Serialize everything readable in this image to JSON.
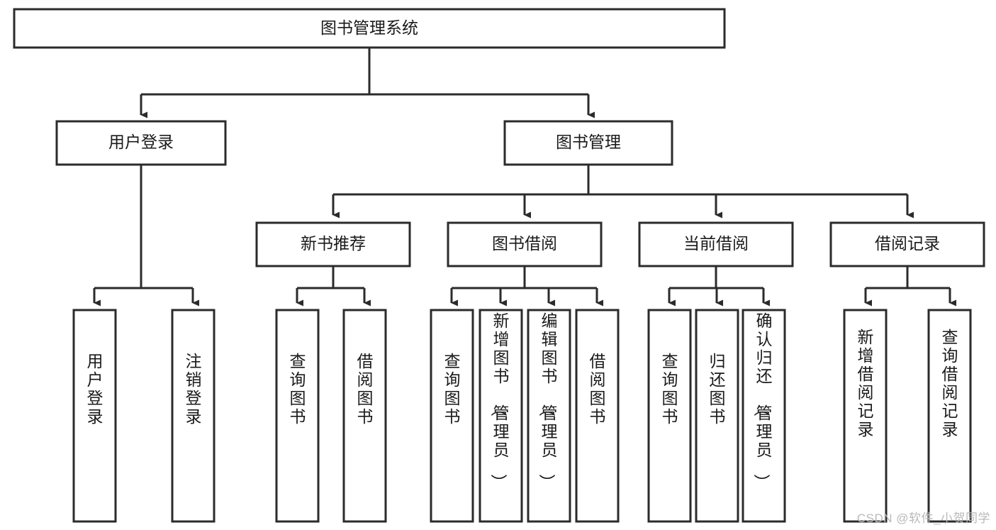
{
  "diagram": {
    "title": "图书管理系统",
    "type": "hierarchy-tree",
    "watermark": "CSDN @软件_小贺同学",
    "colors": {
      "stroke": "#2b2b2b",
      "fill": "#ffffff",
      "text": "#1a1a1a",
      "watermark": "#b9b9b9"
    },
    "levels": {
      "level0": [
        {
          "id": "root",
          "label": "图书管理系统",
          "orientation": "horizontal"
        }
      ],
      "level1": [
        {
          "id": "user-login",
          "label": "用户登录",
          "orientation": "horizontal"
        },
        {
          "id": "book-manage",
          "label": "图书管理",
          "orientation": "horizontal"
        }
      ],
      "level2": [
        {
          "id": "new-book-rec",
          "label": "新书推荐",
          "orientation": "horizontal"
        },
        {
          "id": "book-borrow",
          "label": "图书借阅",
          "orientation": "horizontal"
        },
        {
          "id": "current-borrow",
          "label": "当前借阅",
          "orientation": "horizontal"
        },
        {
          "id": "borrow-record",
          "label": "借阅记录",
          "orientation": "horizontal"
        }
      ],
      "level3": [
        {
          "id": "leaf-user-login",
          "label": "用户登录",
          "orientation": "vertical",
          "parent": "user-login"
        },
        {
          "id": "leaf-user-logout",
          "label": "注销登录",
          "orientation": "vertical",
          "parent": "user-login"
        },
        {
          "id": "leaf-query-book-1",
          "label": "查询图书",
          "orientation": "vertical",
          "parent": "new-book-rec"
        },
        {
          "id": "leaf-borrow-book-1",
          "label": "借阅图书",
          "orientation": "vertical",
          "parent": "new-book-rec"
        },
        {
          "id": "leaf-query-book-2",
          "label": "查询图书",
          "orientation": "vertical",
          "parent": "book-borrow"
        },
        {
          "id": "leaf-add-book",
          "label": "新增图书（管理员）",
          "orientation": "vertical",
          "parent": "book-borrow"
        },
        {
          "id": "leaf-edit-book",
          "label": "编辑图书（管理员）",
          "orientation": "vertical",
          "parent": "book-borrow"
        },
        {
          "id": "leaf-borrow-book-2",
          "label": "借阅图书",
          "orientation": "vertical",
          "parent": "book-borrow"
        },
        {
          "id": "leaf-query-book-3",
          "label": "查询图书",
          "orientation": "vertical",
          "parent": "current-borrow"
        },
        {
          "id": "leaf-return-book",
          "label": "归还图书",
          "orientation": "vertical",
          "parent": "current-borrow"
        },
        {
          "id": "leaf-confirm-return",
          "label": "确认归还（管理员）",
          "orientation": "vertical",
          "parent": "current-borrow"
        },
        {
          "id": "leaf-add-record",
          "label": "新增借阅记录",
          "orientation": "vertical",
          "parent": "borrow-record"
        },
        {
          "id": "leaf-query-record",
          "label": "查询借阅记录",
          "orientation": "vertical",
          "parent": "borrow-record"
        }
      ]
    }
  }
}
